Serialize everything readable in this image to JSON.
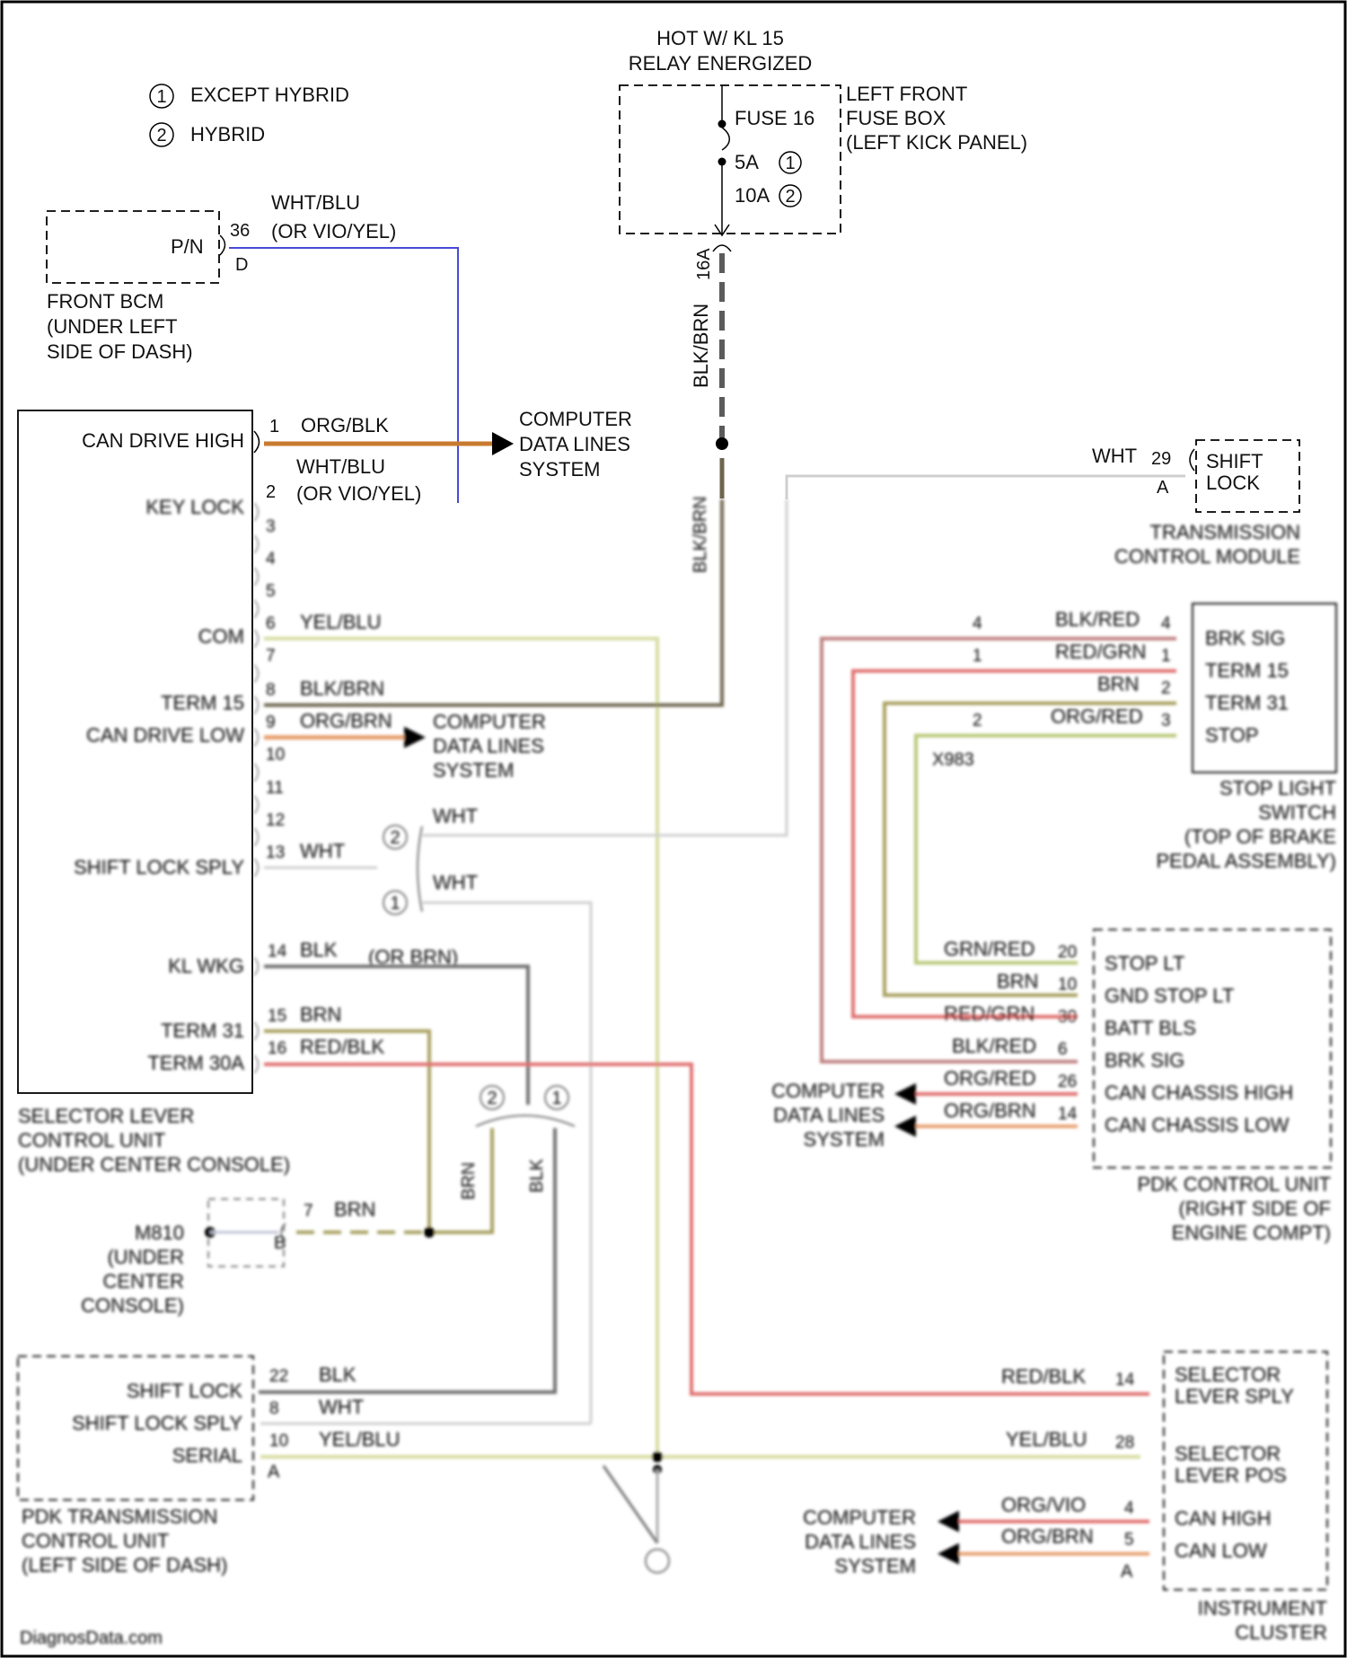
{
  "legend": {
    "item1_number": "1",
    "item1_label": "EXCEPT HYBRID",
    "item2_number": "2",
    "item2_label": "HYBRID"
  },
  "power_source": {
    "line1": "HOT W/ KL 15",
    "line2": "RELAY ENERGIZED"
  },
  "fuse_box": {
    "fuse_name": "FUSE 16",
    "rating_1": "5A",
    "rating_1_marker": "1",
    "rating_2": "10A",
    "rating_2_marker": "2",
    "label_line1": "LEFT FRONT",
    "label_line2": "FUSE BOX",
    "label_line3": "(LEFT KICK PANEL)",
    "connector_id": "16A"
  },
  "front_bcm": {
    "pin_label": "P/N",
    "pin_number": "36",
    "connector": "D",
    "label_line1": "FRONT BCM",
    "label_line2": "(UNDER LEFT",
    "label_line3": "SIDE OF DASH)",
    "wire_color_line1": "WHT/BLU",
    "wire_color_line2": "(OR VIO/YEL)"
  },
  "selector_lever": {
    "can_high_label": "CAN DRIVE HIGH",
    "can_high_pin": "1",
    "can_high_wire": "ORG/BLK",
    "pin2": "2",
    "pin2_wire_line1": "WHT/BLU",
    "pin2_wire_line2": "(OR VIO/YEL)",
    "key_lock_label": "KEY LOCK",
    "pins_blank": [
      "3",
      "4",
      "5"
    ],
    "com_label": "COM",
    "com_pin": "6",
    "com_wire": "YEL/BLU",
    "pin7": "7",
    "term15_label": "TERM 15",
    "term15_pin": "8",
    "term15_wire": "BLK/BRN",
    "can_low_label": "CAN DRIVE LOW",
    "can_low_pin": "9",
    "can_low_wire": "ORG/BRN",
    "pins_blank2": [
      "10",
      "11",
      "12"
    ],
    "shift_lock_label": "SHIFT LOCK SPLY",
    "shift_lock_pin": "13",
    "shift_lock_wire": "WHT",
    "kl_label": "KL WKG",
    "kl_pin": "14",
    "kl_wire": "BLK",
    "kl_wire_alt": "(OR BRN)",
    "term31_label": "TERM 31",
    "term31_pin": "15",
    "term31_wire": "BRN",
    "term30_label": "TERM 30A",
    "term30_pin": "16",
    "term30_wire": "RED/BLK",
    "label_line1": "SELECTOR LEVER",
    "label_line2": "CONTROL UNIT",
    "label_line3": "(UNDER CENTER CONSOLE)"
  },
  "data_lines": {
    "line1": "COMPUTER",
    "line2": "DATA LINES",
    "line3": "SYSTEM"
  },
  "main_wire_vertical": "BLK/BRN",
  "shift_lock": {
    "wire": "WHT",
    "pin": "29",
    "connector": "A",
    "label_line1": "SHIFT",
    "label_line2": "LOCK",
    "module_line1": "TRANSMISSION",
    "module_line2": "CONTROL MODULE"
  },
  "stop_light_switch": {
    "pins": [
      {
        "left_pin": "4",
        "wire": "BLK/RED",
        "right_pin": "4",
        "label": "BRK SIG"
      },
      {
        "left_pin": "1",
        "wire": "RED/GRN",
        "right_pin": "1",
        "label": "TERM 15"
      },
      {
        "left_pin": "",
        "wire": "BRN",
        "right_pin": "2",
        "label": "TERM 31"
      },
      {
        "left_pin": "2",
        "wire": "ORG/RED",
        "right_pin": "3",
        "label": "STOP"
      }
    ],
    "splice": "X983",
    "label_line1": "STOP LIGHT",
    "label_line2": "SWITCH",
    "label_line3": "(TOP OF BRAKE",
    "label_line4": "PEDAL ASSEMBLY)"
  },
  "white_branch": {
    "marker1": "2",
    "marker2": "1",
    "wire1": "WHT",
    "wire2": "WHT"
  },
  "pdk_control": {
    "rows": [
      {
        "wire": "GRN/RED",
        "pin": "20",
        "label": "STOP LT"
      },
      {
        "wire": "BRN",
        "pin": "10",
        "label": "GND STOP LT"
      },
      {
        "wire": "RED/GRN",
        "pin": "30",
        "label": "BATT BLS"
      },
      {
        "wire": "BLK/RED",
        "pin": "6",
        "label": "BRK SIG"
      },
      {
        "wire": "ORG/RED",
        "pin": "26",
        "label": "CAN CHASSIS HIGH"
      },
      {
        "wire": "ORG/BRN",
        "pin": "14",
        "label": "CAN CHASSIS LOW"
      }
    ],
    "label_line1": "PDK CONTROL UNIT",
    "label_line2": "(RIGHT SIDE OF",
    "label_line3": "ENGINE COMPT)"
  },
  "ground_branch": {
    "marker1": "2",
    "marker2": "1",
    "wire_left": "BRN",
    "wire_right": "BLK"
  },
  "ground_point": {
    "name": "M810",
    "line2": "(UNDER",
    "line3": "CENTER",
    "line4": "CONSOLE)",
    "pin": "7",
    "connector": "B",
    "wire": "BRN"
  },
  "pdk_trans": {
    "shift_lock_label": "SHIFT LOCK",
    "shift_lock_pin": "22",
    "shift_lock_wire": "BLK",
    "shift_sply_label": "SHIFT LOCK SPLY",
    "shift_sply_pin": "8",
    "shift_sply_wire": "WHT",
    "serial_label": "SERIAL",
    "serial_pin": "10",
    "serial_wire": "YEL/BLU",
    "connector": "A",
    "label_line1": "PDK TRANSMISSION",
    "label_line2": "CONTROL UNIT",
    "label_line3": "(LEFT SIDE OF DASH)"
  },
  "instrument_cluster": {
    "sply_wire": "RED/BLK",
    "sply_pin": "14",
    "sply_label_line1": "SELECTOR",
    "sply_label_line2": "LEVER SPLY",
    "pos_wire": "YEL/BLU",
    "pos_pin": "28",
    "pos_label_line1": "SELECTOR",
    "pos_label_line2": "LEVER POS",
    "can_high_wire": "ORG/VIO",
    "can_high_pin": "4",
    "can_high_label": "CAN HIGH",
    "can_low_wire": "ORG/BRN",
    "can_low_pin": "5",
    "can_low_label": "CAN LOW",
    "connector": "A",
    "label_line1": "INSTRUMENT",
    "label_line2": "CLUSTER"
  },
  "watermark": "DiagnosData.com",
  "colors": {
    "wht_blu": "#4a4ad8",
    "org_blk": "#c87a2e",
    "blk_brn": "#6e6650",
    "yel_blu": "#d6dca0",
    "red_blk": "#e07070",
    "brn": "#a8a060",
    "wht": "#cfcfcf",
    "blk": "#707070",
    "grn_red": "#b8c878",
    "org": "#e8a070"
  }
}
